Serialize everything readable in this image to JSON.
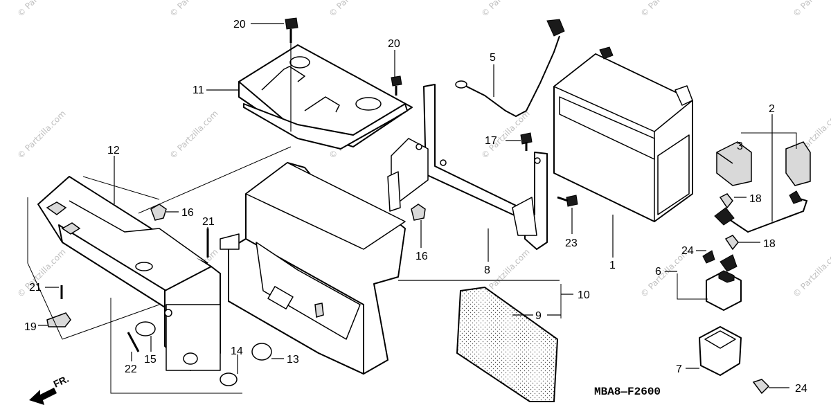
{
  "diagram_code": "MBA8—F2600",
  "front_label": "FR.",
  "watermark_text": "© Partzilla.com",
  "callouts": {
    "n1": "1",
    "n2": "2",
    "n3": "3",
    "n5": "5",
    "n6": "6",
    "n7": "7",
    "n8": "8",
    "n9": "9",
    "n10": "10",
    "n11": "11",
    "n12": "12",
    "n13": "13",
    "n14": "14",
    "n15": "15",
    "n16a": "16",
    "n16b": "16",
    "n17": "17",
    "n18a": "18",
    "n18b": "18",
    "n19": "19",
    "n20a": "20",
    "n20b": "20",
    "n21a": "21",
    "n21b": "21",
    "n22": "22",
    "n23": "23",
    "n24a": "24",
    "n24b": "24"
  }
}
